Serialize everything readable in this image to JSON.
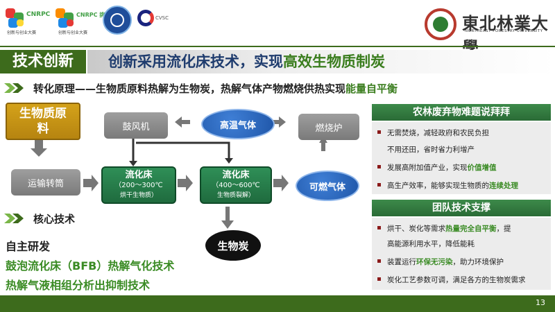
{
  "header": {
    "logos": [
      {
        "name": "cnrpc-logo",
        "text": "CNRPC"
      },
      {
        "name": "cnrpc-challenge-logo",
        "text": "CNRPC 挑战"
      },
      {
        "name": "circle-emblem-logo",
        "text": ""
      },
      {
        "name": "cvsc-logo",
        "text": "CVSC"
      }
    ],
    "logo_captions": [
      "创新与创业大赛",
      "创新与创业大赛"
    ],
    "university_name": "東北林業大學",
    "university_en": "NORTHEAST FORESTRY UNIVERSITY"
  },
  "title": {
    "tag": "技术创新",
    "main_prefix": "创新采用流化床技术，实现",
    "main_highlight": "高效生物质制炭"
  },
  "section1": {
    "prefix": "转化原理——生物质原料热解为生物炭，热解气体产物燃烧供热实现",
    "highlight": "能量自平衡"
  },
  "flow": {
    "raw_material": "生物质原料",
    "blower": "鼓风机",
    "high_temp_gas": "高温气体",
    "furnace": "燃烧炉",
    "transport": "运输转筒",
    "bed1_title": "流化床",
    "bed1_temp": "（200～300℃",
    "bed1_note": "烘干生物质）",
    "bed2_title": "流化床",
    "bed2_temp": "（400～600℃",
    "bed2_note": "生物质裂解）",
    "combustible_gas": "可燃气体",
    "biochar": "生物炭"
  },
  "section2": {
    "label": "核心技术"
  },
  "core_tech": {
    "line1": "自主研发",
    "line2": "鼓泡流化床（BFB）热解气化技术",
    "line3": "热解气液相组分析出抑制技术"
  },
  "panel1": {
    "title": "农林废弃物难题说拜拜",
    "items": [
      {
        "a": "无需焚烧，减轻政府和农民负担",
        "hl": "",
        "c": ""
      },
      {
        "a": "不用还田，省时省力利增产",
        "hl": "",
        "c": ""
      },
      {
        "a": "发展高附加值产业，实现",
        "hl": "价值增值",
        "c": ""
      },
      {
        "a": "高生产效率，能够实现生物质的",
        "hl": "连续处理",
        "c": ""
      }
    ]
  },
  "panel2": {
    "title": "团队技术支撑",
    "items": [
      {
        "a": "烘干、炭化等需求",
        "hl": "热量完全自平衡",
        "c": "，提"
      },
      {
        "a": "高能源利用水平，降低能耗",
        "hl": "",
        "c": ""
      },
      {
        "a": "装置运行",
        "hl": "环保无污染",
        "c": "，助力环境保护"
      },
      {
        "a": "炭化工艺参数可调，满足各方的生物炭需求",
        "hl": "",
        "c": ""
      }
    ]
  },
  "footer": {
    "page_number": "13"
  },
  "colors": {
    "brand_green": "#3d6b1c",
    "highlight_green": "#3a8b24",
    "title_blue": "#1f3c6e",
    "bullet_red": "#8b1a1a",
    "raw_material_gold": "#c99516",
    "gas_blue": "#2a66bd"
  }
}
